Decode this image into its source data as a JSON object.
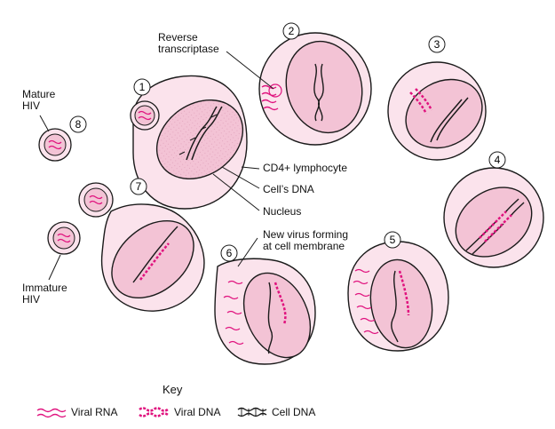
{
  "labels": {
    "reverse_transcriptase": "Reverse\ntranscriptase",
    "mature_hiv": "Mature\nHIV",
    "immature_hiv": "Immature\nHIV",
    "cd4_lymphocyte": "CD4+ lymphocyte",
    "cells_dna": "Cell’s DNA",
    "nucleus": "Nucleus",
    "new_virus": "New virus forming\nat cell membrane"
  },
  "steps": [
    "1",
    "2",
    "3",
    "4",
    "5",
    "6",
    "7",
    "8"
  ],
  "key": {
    "title": "Key",
    "viral_rna": "Viral RNA",
    "viral_dna": "Viral DNA",
    "cell_dna": "Cell DNA"
  },
  "colors": {
    "cell_fill": "#fbe3ec",
    "nucleus_fill": "#f3c3d5",
    "magenta": "#e0137e",
    "outline": "#1a1a1a"
  }
}
